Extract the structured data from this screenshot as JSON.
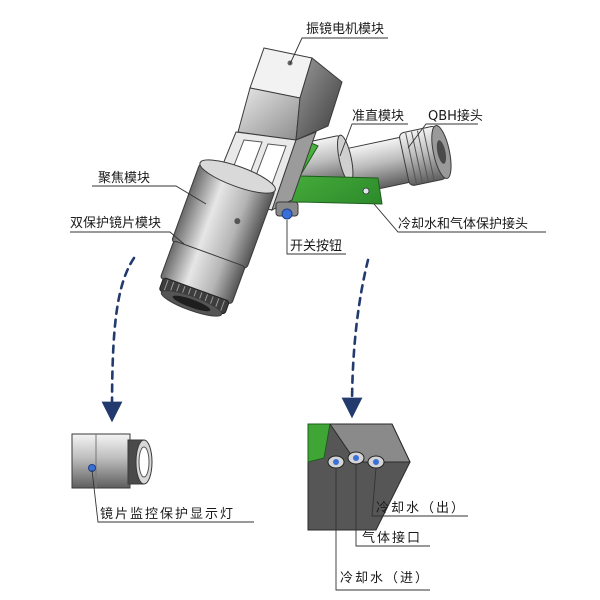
{
  "labels": {
    "galvo_module": "振镜电机模块",
    "collimation_module": "准直模块",
    "qbh_connector": "QBH接头",
    "focus_module": "聚焦模块",
    "dual_protective_lens_module": "双保护镜片模块",
    "cooling_gas_connector": "冷却水和气体保护接头",
    "switch_button": "开关按钮",
    "lens_monitor_indicator": "镜片监控保护显示灯",
    "cooling_water_out": "冷却水（出）",
    "gas_port": "气体接口",
    "cooling_water_in": "冷却水（进）"
  },
  "colors": {
    "green_bracket": "#3fa535",
    "arrow": "#233a6e",
    "indicator_led": "#3a6fd8"
  }
}
